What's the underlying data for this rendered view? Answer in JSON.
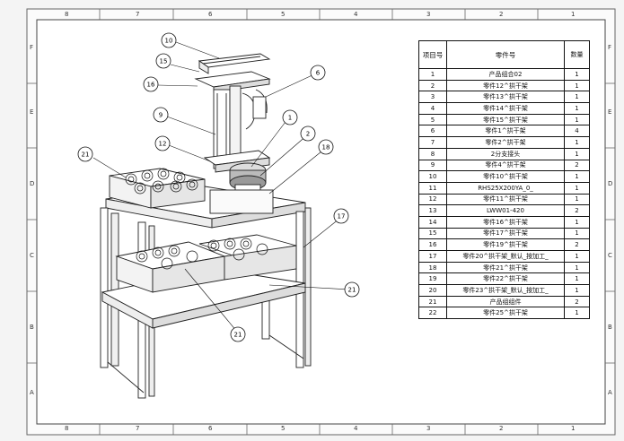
{
  "drawing": {
    "border_top_labels": [
      "8",
      "7",
      "6",
      "5",
      "4",
      "3",
      "2",
      "1"
    ],
    "border_bottom_labels": [
      "8",
      "7",
      "6",
      "5",
      "4",
      "3",
      "2",
      "1"
    ],
    "border_left_labels": [
      "F",
      "E",
      "D",
      "C",
      "B",
      "A"
    ],
    "border_right_labels": [
      "F",
      "E",
      "D",
      "C",
      "B",
      "A"
    ]
  },
  "bom": {
    "headers": [
      "项目号",
      "零件号",
      "数量"
    ],
    "rows": [
      [
        "1",
        "产品组合02",
        "1"
      ],
      [
        "2",
        "零件12^拱干架",
        "1"
      ],
      [
        "3",
        "零件13^拱干架",
        "1"
      ],
      [
        "4",
        "零件14^拱干架",
        "1"
      ],
      [
        "5",
        "零件15^拱干架",
        "1"
      ],
      [
        "6",
        "零件1^拱干架",
        "4"
      ],
      [
        "7",
        "零件2^拱干架",
        "1"
      ],
      [
        "8",
        "2分支接头",
        "1"
      ],
      [
        "9",
        "零件4^拱干架",
        "2"
      ],
      [
        "10",
        "零件10^拱干架",
        "1"
      ],
      [
        "11",
        "RHS25X200YA_0_",
        "1"
      ],
      [
        "12",
        "零件11^拱干架",
        "1"
      ],
      [
        "13",
        "LWW01-420",
        "2"
      ],
      [
        "14",
        "零件16^拱干架",
        "1"
      ],
      [
        "15",
        "零件17^拱干架",
        "1"
      ],
      [
        "16",
        "零件19^拱干架",
        "2"
      ],
      [
        "17",
        "零件20^拱干架_默认_按加工_",
        "1"
      ],
      [
        "18",
        "零件21^拱干架",
        "1"
      ],
      [
        "19",
        "零件22^拱干架",
        "1"
      ],
      [
        "20",
        "零件23^拱干架_默认_按加工_",
        "1"
      ],
      [
        "21",
        "产品组组件",
        "2"
      ],
      [
        "22",
        "零件25^拱干架",
        "1"
      ]
    ]
  },
  "balloons": [
    "10",
    "15",
    "16",
    "6",
    "9",
    "1",
    "12",
    "2",
    "18",
    "21",
    "17",
    "21",
    "21"
  ]
}
